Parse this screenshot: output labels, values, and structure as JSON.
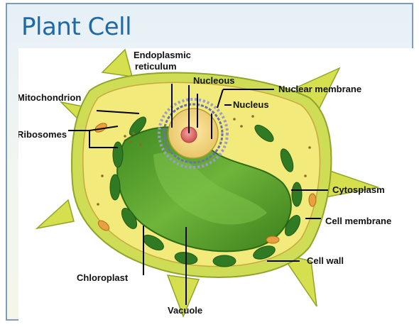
{
  "title": "Plant Cell",
  "labels": {
    "endoplasmic_1": "Endoplasmic",
    "endoplasmic_2": "reticulum",
    "nucleous": "Nucleous",
    "nuclear_membrane": "Nuclear membrane",
    "nucleus": "Nucleus",
    "mitochondrion": "Mitochondrion",
    "ribosomes": "Ribosomes",
    "cytosplasm": "Cytosplasm",
    "cell_membrane": "Cell membrane",
    "cell_wall": "Cell wall",
    "chloroplast": "Chloroplast",
    "vacuole": "Vacuole"
  },
  "colors": {
    "title": "#1f6aa6",
    "cell_wall": "#c9d94a",
    "cytoplasm": "#f2ea7a",
    "vacuole": "#4f9a2c",
    "chloroplast": "#2f7a22",
    "nucleus": "#f3d88a",
    "nucleolus": "#e07070"
  }
}
